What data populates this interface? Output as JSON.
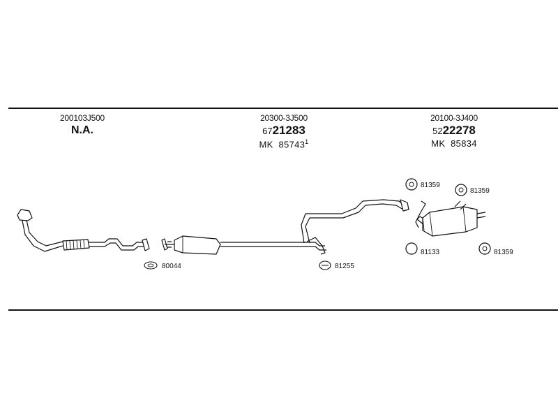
{
  "columns": [
    {
      "oem": "200103J500",
      "headline": "N.A.",
      "prefix": "",
      "number": "",
      "mk_label": "",
      "mk_number": "",
      "footnote": ""
    },
    {
      "oem": "20300-3J500",
      "headline": "",
      "prefix": "67",
      "number": "21283",
      "mk_label": "MK",
      "mk_number": "85743",
      "footnote": "1"
    },
    {
      "oem": "20100-3J400",
      "headline": "",
      "prefix": "52",
      "number": "22278",
      "mk_label": "MK",
      "mk_number": "85834",
      "footnote": ""
    }
  ],
  "callouts": {
    "gasket_front": "80044",
    "clamp_mid": "81255",
    "hanger_top_1": "81359",
    "hanger_top_2": "81359",
    "ring": "81133",
    "hanger_bottom": "81359"
  },
  "icons": [
    "gasket-icon",
    "clamp-icon",
    "rubber-hanger-icon",
    "rubber-ring-icon"
  ]
}
